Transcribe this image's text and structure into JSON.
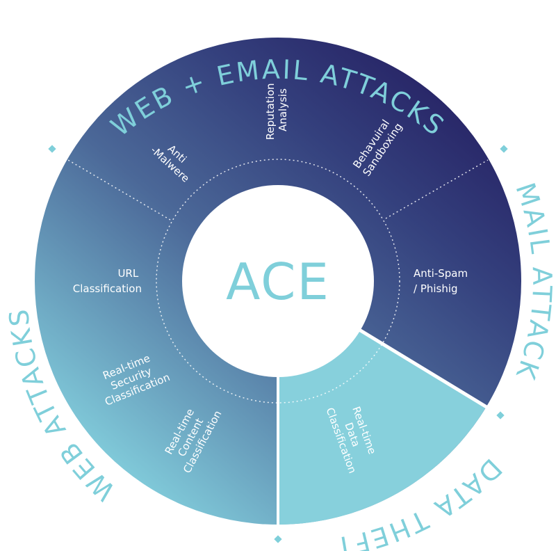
{
  "center": {
    "label": "ACE"
  },
  "arc_labels": {
    "web_email": "WEB + EMAIL ATTACKS",
    "email": "EMAIL ATTACKS",
    "data_theft": "DATA THEFT",
    "web": "WEB ATTACKS"
  },
  "segments": {
    "anti_malware": [
      "Anti",
      "-Malwere"
    ],
    "reputation": [
      "Reputation",
      "Analysis"
    ],
    "sandboxing": [
      "Behavuiral",
      "Sandboxing"
    ],
    "anti_spam": [
      "Anti-Spam",
      "/ Phishig"
    ],
    "url": [
      "URL",
      "Classification"
    ],
    "security": [
      "Real-time",
      "Security",
      "Classification"
    ],
    "content": [
      "Real-time",
      "Content",
      "Classification"
    ],
    "data": [
      "Real-time",
      "Data",
      "Classification"
    ]
  },
  "colors": {
    "gradient_dark": "#2a2566",
    "gradient_mid": "#3c4d86",
    "gradient_light": "#84d1de",
    "data_theft_fill": "#87d0dc",
    "accent_text": "#7fcfda",
    "divider": "#ffffff"
  }
}
